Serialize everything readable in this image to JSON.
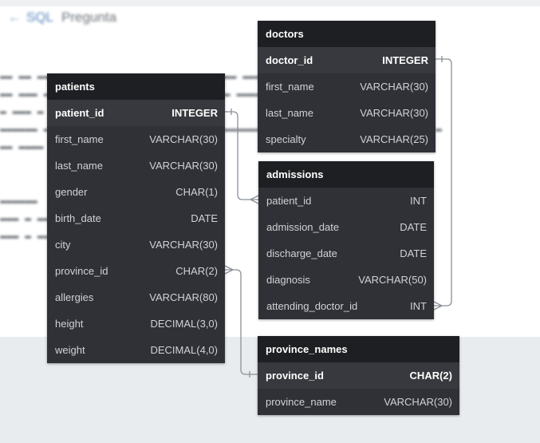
{
  "background": {
    "title_crumb": "SQL",
    "title_text": "Pregunta"
  },
  "tables": {
    "doctors": {
      "name": "doctors",
      "columns": [
        {
          "name": "doctor_id",
          "type": "INTEGER",
          "pk": true
        },
        {
          "name": "first_name",
          "type": "VARCHAR(30)",
          "pk": false
        },
        {
          "name": "last_name",
          "type": "VARCHAR(30)",
          "pk": false
        },
        {
          "name": "specialty",
          "type": "VARCHAR(25)",
          "pk": false
        }
      ]
    },
    "patients": {
      "name": "patients",
      "columns": [
        {
          "name": "patient_id",
          "type": "INTEGER",
          "pk": true
        },
        {
          "name": "first_name",
          "type": "VARCHAR(30)",
          "pk": false
        },
        {
          "name": "last_name",
          "type": "VARCHAR(30)",
          "pk": false
        },
        {
          "name": "gender",
          "type": "CHAR(1)",
          "pk": false
        },
        {
          "name": "birth_date",
          "type": "DATE",
          "pk": false
        },
        {
          "name": "city",
          "type": "VARCHAR(30)",
          "pk": false
        },
        {
          "name": "province_id",
          "type": "CHAR(2)",
          "pk": false
        },
        {
          "name": "allergies",
          "type": "VARCHAR(80)",
          "pk": false
        },
        {
          "name": "height",
          "type": "DECIMAL(3,0)",
          "pk": false
        },
        {
          "name": "weight",
          "type": "DECIMAL(4,0)",
          "pk": false
        }
      ]
    },
    "admissions": {
      "name": "admissions",
      "columns": [
        {
          "name": "patient_id",
          "type": "INT",
          "pk": false
        },
        {
          "name": "admission_date",
          "type": "DATE",
          "pk": false
        },
        {
          "name": "discharge_date",
          "type": "DATE",
          "pk": false
        },
        {
          "name": "diagnosis",
          "type": "VARCHAR(50)",
          "pk": false
        },
        {
          "name": "attending_doctor_id",
          "type": "INT",
          "pk": false
        }
      ]
    },
    "province_names": {
      "name": "province_names",
      "columns": [
        {
          "name": "province_id",
          "type": "CHAR(2)",
          "pk": true
        },
        {
          "name": "province_name",
          "type": "VARCHAR(30)",
          "pk": false
        }
      ]
    }
  },
  "relationships": [
    {
      "from": "patients.patient_id",
      "to": "admissions.patient_id",
      "cardinality": "one-to-many"
    },
    {
      "from": "doctors.doctor_id",
      "to": "admissions.attending_doctor_id",
      "cardinality": "one-to-many"
    },
    {
      "from": "province_names.province_id",
      "to": "patients.province_id",
      "cardinality": "one-to-many"
    }
  ],
  "colors": {
    "header_bg": "#1e1f22",
    "body_bg": "#2f3136",
    "pk_row_bg": "#37393e",
    "connector": "#8a8f96"
  }
}
